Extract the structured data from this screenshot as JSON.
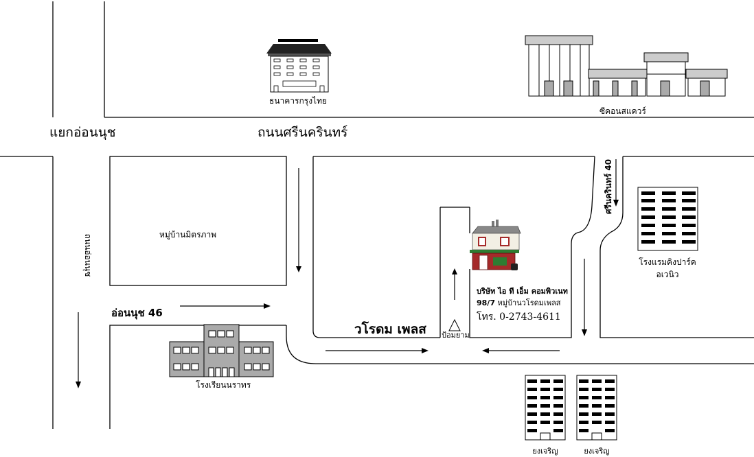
{
  "roads": {
    "srinakarin": "ถนนศรีนครินทร์",
    "onnut_junction": "แยกอ่อนนุช",
    "onnut_road": "ถนนอ่อนนุช",
    "onnut_46": "อ่อนนุช 46",
    "srinakarin_40": "ศรีนครินทร์ 40",
    "wirodom_place": "วโรดม เพลส"
  },
  "landmarks": {
    "krungthai_bank": "ธนาคารกรุงไทย",
    "seacon_square": "ซีคอนสแควร์",
    "mittraphap_village": "หมู่บ้านมิตรภาพ",
    "hotel_line1": "โรงแรมคิงปาร์ค",
    "hotel_line2": "อเวนิว",
    "school": "โรงเรียนนราทร",
    "yongcharoen_1": "ยงเจริญ",
    "yongcharoen_2": "ยงเจริญ",
    "guard_post": "ป้อมยาม"
  },
  "company": {
    "name": "บริษัท ไอ ที เอ็ม คอมพิวเนท",
    "address_number": "98/7",
    "address_rest": "หมู่บ้านวโรดมเพลส",
    "phone": "โทร. 0-2743-4611"
  },
  "colors": {
    "line": "#000000",
    "building_gray": "#aaaaaa",
    "house_red": "#a52a2a",
    "house_green": "#2e7d32"
  },
  "icons": [
    "arrow-icon",
    "building-icon",
    "house-icon",
    "triangle-icon"
  ]
}
